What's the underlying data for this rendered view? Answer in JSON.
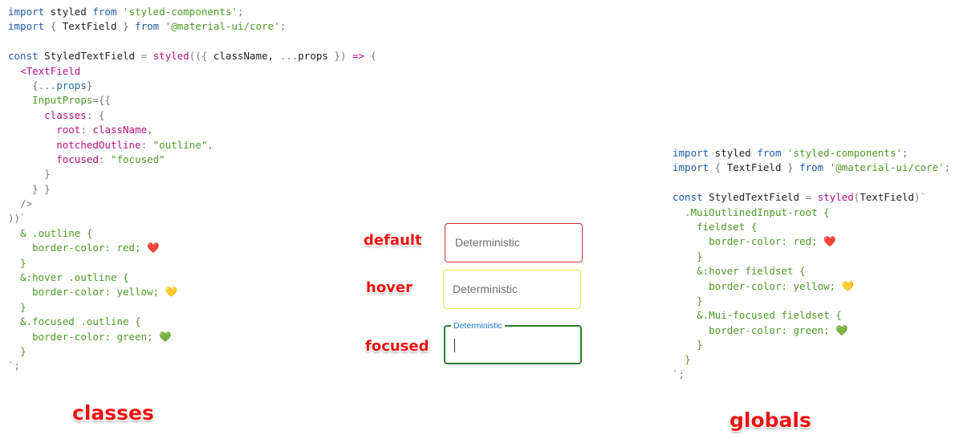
{
  "left_code": [
    [
      [
        "kw",
        "import"
      ],
      [
        "txt",
        " styled "
      ],
      [
        "kw",
        "from"
      ],
      [
        "txt",
        " "
      ],
      [
        "str",
        "'styled-components'"
      ],
      [
        "pun",
        ";"
      ]
    ],
    [
      [
        "kw",
        "import"
      ],
      [
        "txt",
        " "
      ],
      [
        "pun",
        "{"
      ],
      [
        "txt",
        " TextField "
      ],
      [
        "pun",
        "}"
      ],
      [
        "txt",
        " "
      ],
      [
        "kw",
        "from"
      ],
      [
        "txt",
        " "
      ],
      [
        "str",
        "'@material-ui/core'"
      ],
      [
        "pun",
        ";"
      ]
    ],
    [],
    [
      [
        "kw",
        "const"
      ],
      [
        "txt",
        " StyledTextField "
      ],
      [
        "pun",
        "="
      ],
      [
        "txt",
        " "
      ],
      [
        "fn",
        "styled"
      ],
      [
        "pun",
        "(({"
      ],
      [
        "txt",
        " className, "
      ],
      [
        "pun",
        "..."
      ],
      [
        "txt",
        "props "
      ],
      [
        "pun",
        "})"
      ],
      [
        "txt",
        " "
      ],
      [
        "fn",
        "=>"
      ],
      [
        "txt",
        " "
      ],
      [
        "pun",
        "("
      ]
    ],
    [
      [
        "txt",
        "  "
      ],
      [
        "fn",
        "<TextField"
      ]
    ],
    [
      [
        "txt",
        "    "
      ],
      [
        "pun",
        "{..."
      ],
      [
        "pr",
        "props"
      ],
      [
        "pun",
        "}"
      ]
    ],
    [
      [
        "txt",
        "    "
      ],
      [
        "str",
        "InputProps"
      ],
      [
        "pun",
        "={{"
      ]
    ],
    [
      [
        "txt",
        "      "
      ],
      [
        "fn",
        "classes"
      ],
      [
        "pun",
        ": {"
      ]
    ],
    [
      [
        "txt",
        "        "
      ],
      [
        "fn",
        "root"
      ],
      [
        "pun",
        ":"
      ],
      [
        "txt",
        " "
      ],
      [
        "fn",
        "className"
      ],
      [
        "pun",
        ","
      ]
    ],
    [
      [
        "txt",
        "        "
      ],
      [
        "fn",
        "notchedOutline"
      ],
      [
        "pun",
        ":"
      ],
      [
        "txt",
        " "
      ],
      [
        "str",
        "\"outline\""
      ],
      [
        "pun",
        ","
      ]
    ],
    [
      [
        "txt",
        "        "
      ],
      [
        "fn",
        "focused"
      ],
      [
        "pun",
        ":"
      ],
      [
        "txt",
        " "
      ],
      [
        "str",
        "\"focused\""
      ]
    ],
    [
      [
        "txt",
        "      "
      ],
      [
        "pun",
        "}"
      ]
    ],
    [
      [
        "txt",
        "    "
      ],
      [
        "pun",
        "} }"
      ]
    ],
    [
      [
        "txt",
        "  "
      ],
      [
        "pun",
        "/>"
      ]
    ],
    [
      [
        "pun",
        "))`"
      ]
    ],
    [
      [
        "txt",
        "  "
      ],
      [
        "str",
        "& .outline {"
      ]
    ],
    [
      [
        "txt",
        "    "
      ],
      [
        "str",
        "border-color: red; "
      ],
      [
        "emo",
        "❤️"
      ]
    ],
    [
      [
        "txt",
        "  "
      ],
      [
        "str",
        "}"
      ]
    ],
    [
      [
        "txt",
        "  "
      ],
      [
        "str",
        "&:hover .outline {"
      ]
    ],
    [
      [
        "txt",
        "    "
      ],
      [
        "str",
        "border-color: yellow; "
      ],
      [
        "emo",
        "💛"
      ]
    ],
    [
      [
        "txt",
        "  "
      ],
      [
        "str",
        "}"
      ]
    ],
    [
      [
        "txt",
        "  "
      ],
      [
        "str",
        "&.focused .outline {"
      ]
    ],
    [
      [
        "txt",
        "    "
      ],
      [
        "str",
        "border-color: green; "
      ],
      [
        "emo",
        "💚"
      ]
    ],
    [
      [
        "txt",
        "  "
      ],
      [
        "str",
        "}"
      ]
    ],
    [
      [
        "str",
        "`"
      ],
      [
        "pun",
        ";"
      ]
    ]
  ],
  "right_code": [
    [
      [
        "kw",
        "import"
      ],
      [
        "txt",
        " styled "
      ],
      [
        "kw",
        "from"
      ],
      [
        "txt",
        " "
      ],
      [
        "str",
        "'styled-components'"
      ],
      [
        "pun",
        ";"
      ]
    ],
    [
      [
        "kw",
        "import"
      ],
      [
        "txt",
        " "
      ],
      [
        "pun",
        "{"
      ],
      [
        "txt",
        " TextField "
      ],
      [
        "pun",
        "}"
      ],
      [
        "txt",
        " "
      ],
      [
        "kw",
        "from"
      ],
      [
        "txt",
        " "
      ],
      [
        "str",
        "'@material-ui/core'"
      ],
      [
        "pun",
        ";"
      ]
    ],
    [],
    [
      [
        "kw",
        "const"
      ],
      [
        "txt",
        " StyledTextField "
      ],
      [
        "pun",
        "="
      ],
      [
        "txt",
        " "
      ],
      [
        "fn",
        "styled"
      ],
      [
        "pun",
        "("
      ],
      [
        "txt",
        "TextField"
      ],
      [
        "pun",
        ")`"
      ]
    ],
    [
      [
        "txt",
        "  "
      ],
      [
        "str",
        ".MuiOutlinedInput-root {"
      ]
    ],
    [
      [
        "txt",
        "    "
      ],
      [
        "str",
        "fieldset {"
      ]
    ],
    [
      [
        "txt",
        "      "
      ],
      [
        "str",
        "border-color: red; "
      ],
      [
        "emo",
        "❤️"
      ]
    ],
    [
      [
        "txt",
        "    "
      ],
      [
        "str",
        "}"
      ]
    ],
    [
      [
        "txt",
        "    "
      ],
      [
        "str",
        "&:hover fieldset {"
      ]
    ],
    [
      [
        "txt",
        "      "
      ],
      [
        "str",
        "border-color: yellow; "
      ],
      [
        "emo",
        "💛"
      ]
    ],
    [
      [
        "txt",
        "    "
      ],
      [
        "str",
        "}"
      ]
    ],
    [
      [
        "txt",
        "    "
      ],
      [
        "str",
        "&.Mui-focused fieldset {"
      ]
    ],
    [
      [
        "txt",
        "      "
      ],
      [
        "str",
        "border-color: green; "
      ],
      [
        "emo",
        "💚"
      ]
    ],
    [
      [
        "txt",
        "    "
      ],
      [
        "str",
        "}"
      ]
    ],
    [
      [
        "txt",
        "  "
      ],
      [
        "str",
        "}"
      ]
    ],
    [
      [
        "str",
        "`"
      ],
      [
        "pun",
        ";"
      ]
    ]
  ],
  "labels": {
    "default": "default",
    "hover": "hover",
    "focused": "focused",
    "classes": "classes",
    "globals": "globals"
  },
  "textfields": {
    "default_value": "Deterministic",
    "hover_value": "Deterministic",
    "focused_label": "Deterministic"
  },
  "colors": {
    "keyword": "#1f5aa6",
    "string": "#4d9a25",
    "function": "#b5127e",
    "label_red": "#ee1111",
    "border_default": "#d32f2f",
    "border_hover": "#f5e642",
    "border_focused": "#2e7d32",
    "focused_label": "#1976d2"
  }
}
